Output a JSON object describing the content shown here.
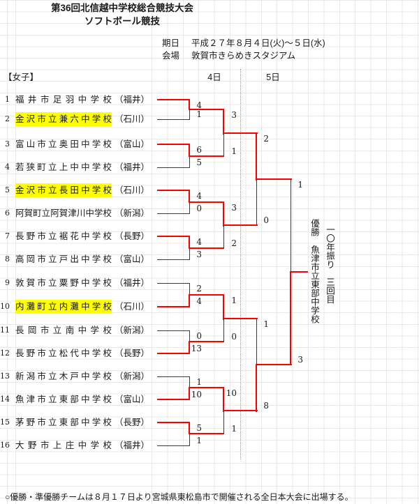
{
  "page": {
    "title_line1": "第36回北信越中学校総合競技大会",
    "title_line2": "ソフトボール競技",
    "date_label": "期日",
    "date_value": "平成２７年８月４日(火)～５日(水)",
    "venue_label": "会場",
    "venue_value": "敦賀市きらめきスタジアム",
    "category_label": "【女子】",
    "day1_header": "4日",
    "day2_header": "5日",
    "footer_note": "○優勝・準優勝チームは８月１７日より宮城県東松島市で開催される全日本大会に出場する。"
  },
  "teams": [
    {
      "no": "1",
      "name": "福井市足羽中学校",
      "pref": "（福井）",
      "highlighted": false
    },
    {
      "no": "2",
      "name": "金沢市立兼六中学校",
      "pref": "（石川）",
      "highlighted": true
    },
    {
      "no": "3",
      "name": "富山市立奥田中学校",
      "pref": "（富山）",
      "highlighted": false
    },
    {
      "no": "4",
      "name": "若狭町立上中中学校",
      "pref": "（福井）",
      "highlighted": false
    },
    {
      "no": "5",
      "name": "金沢市立長田中学校",
      "pref": "（石川）",
      "highlighted": true
    },
    {
      "no": "6",
      "name": "阿賀町立阿賀津川中学校",
      "pref": "（新潟）",
      "highlighted": false
    },
    {
      "no": "7",
      "name": "長野市立裾花中学校",
      "pref": "（長野）",
      "highlighted": false
    },
    {
      "no": "8",
      "name": "高岡市立戸出中学校",
      "pref": "（富山）",
      "highlighted": false
    },
    {
      "no": "9",
      "name": "敦賀市立粟野中学校",
      "pref": "（福井）",
      "highlighted": false
    },
    {
      "no": "10",
      "name": "内灘町立内灘中学校",
      "pref": "（石川）",
      "highlighted": true
    },
    {
      "no": "11",
      "name": "長岡市立南中学校",
      "pref": "（新潟）",
      "highlighted": false
    },
    {
      "no": "12",
      "name": "長野市立松代中学校",
      "pref": "（長野）",
      "highlighted": false
    },
    {
      "no": "13",
      "name": "新潟市立木戸中学校",
      "pref": "（新潟）",
      "highlighted": false
    },
    {
      "no": "14",
      "name": "魚津市立東部中学校",
      "pref": "（富山）",
      "highlighted": false
    },
    {
      "no": "15",
      "name": "茅野市立東部中学校",
      "pref": "（長野）",
      "highlighted": false
    },
    {
      "no": "16",
      "name": "大野市上庄中学校",
      "pref": "（福井）",
      "highlighted": false
    }
  ],
  "bracket": {
    "round1": [
      {
        "top_team": "福井市足羽中学校",
        "bottom_team": "金沢市立兼六中学校",
        "top_score": "4",
        "bottom_score": "1",
        "winner": "top"
      },
      {
        "top_team": "富山市立奥田中学校",
        "bottom_team": "若狭町立上中中学校",
        "top_score": "6",
        "bottom_score": "5",
        "winner": "top"
      },
      {
        "top_team": "金沢市立長田中学校",
        "bottom_team": "阿賀町立阿賀津川中学校",
        "top_score": "4",
        "bottom_score": "0",
        "winner": "top"
      },
      {
        "top_team": "長野市立裾花中学校",
        "bottom_team": "高岡市立戸出中学校",
        "top_score": "4",
        "bottom_score": "3",
        "winner": "top"
      },
      {
        "top_team": "敦賀市立粟野中学校",
        "bottom_team": "内灘町立内灘中学校",
        "top_score": "2",
        "bottom_score": "4",
        "winner": "bottom"
      },
      {
        "top_team": "長岡市立南中学校",
        "bottom_team": "長野市立松代中学校",
        "top_score": "0",
        "bottom_score": "13",
        "winner": "bottom"
      },
      {
        "top_team": "新潟市立木戸中学校",
        "bottom_team": "魚津市立東部中学校",
        "top_score": "1",
        "bottom_score": "10",
        "winner": "bottom"
      },
      {
        "top_team": "茅野市立東部中学校",
        "bottom_team": "大野市上庄中学校",
        "top_score": "5",
        "bottom_score": "1",
        "winner": "top"
      }
    ],
    "quarterfinals": [
      {
        "top_team": "福井市足羽中学校",
        "bottom_team": "富山市立奥田中学校",
        "top_score": "3",
        "bottom_score": "1",
        "winner": "top"
      },
      {
        "top_team": "金沢市立長田中学校",
        "bottom_team": "長野市立裾花中学校",
        "top_score": "3",
        "bottom_score": "2",
        "winner": "top"
      },
      {
        "top_team": "内灘町立内灘中学校",
        "bottom_team": "長野市立松代中学校",
        "top_score": "1",
        "bottom_score": "0",
        "winner": "top"
      },
      {
        "top_team": "魚津市立東部中学校",
        "bottom_team": "茅野市立東部中学校",
        "top_score": "10",
        "bottom_score": "1",
        "winner": "top"
      }
    ],
    "semifinals": [
      {
        "top_team": "福井市足羽中学校",
        "bottom_team": "金沢市立長田中学校",
        "top_score": "2",
        "bottom_score": "0",
        "winner": "top"
      },
      {
        "top_team": "内灘町立内灘中学校",
        "bottom_team": "魚津市立東部中学校",
        "top_score": "1",
        "bottom_score": "8",
        "winner": "bottom"
      }
    ],
    "final": {
      "top_team": "福井市足羽中学校",
      "bottom_team": "魚津市立東部中学校",
      "top_score": "1",
      "bottom_score": "3",
      "winner": "bottom"
    }
  },
  "champion": {
    "label": "優勝　魚津市立東部中学校",
    "note": "一〇年振り　三回目"
  },
  "colors": {
    "winner_line": "#ff0000",
    "loser_line": "#3a3a3a",
    "highlight": "#ffff00"
  }
}
